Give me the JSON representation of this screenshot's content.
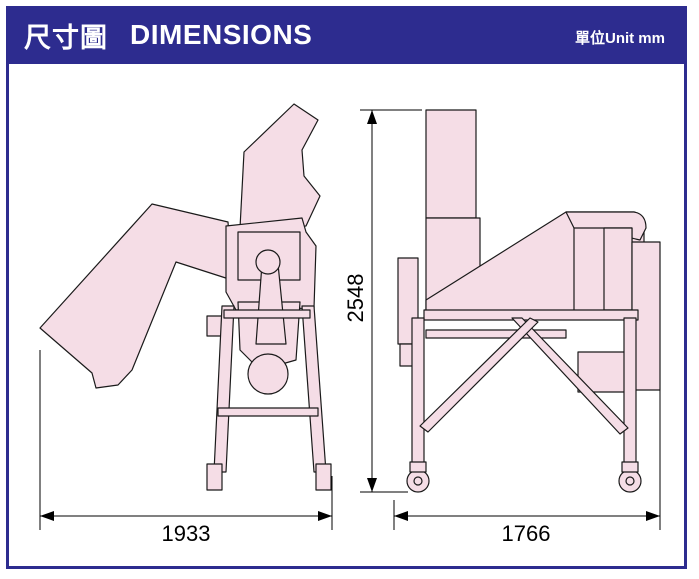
{
  "header": {
    "title_zh": "尺寸圖",
    "title_en": "DIMENSIONS",
    "unit_label": "單位Unit mm"
  },
  "dimensions": {
    "front_width": "1933",
    "side_width": "1766",
    "height": "2548"
  },
  "colors": {
    "header_bg": "#2d2c8f",
    "machine_fill": "#f5dde6",
    "outline": "#1a1a1a"
  }
}
